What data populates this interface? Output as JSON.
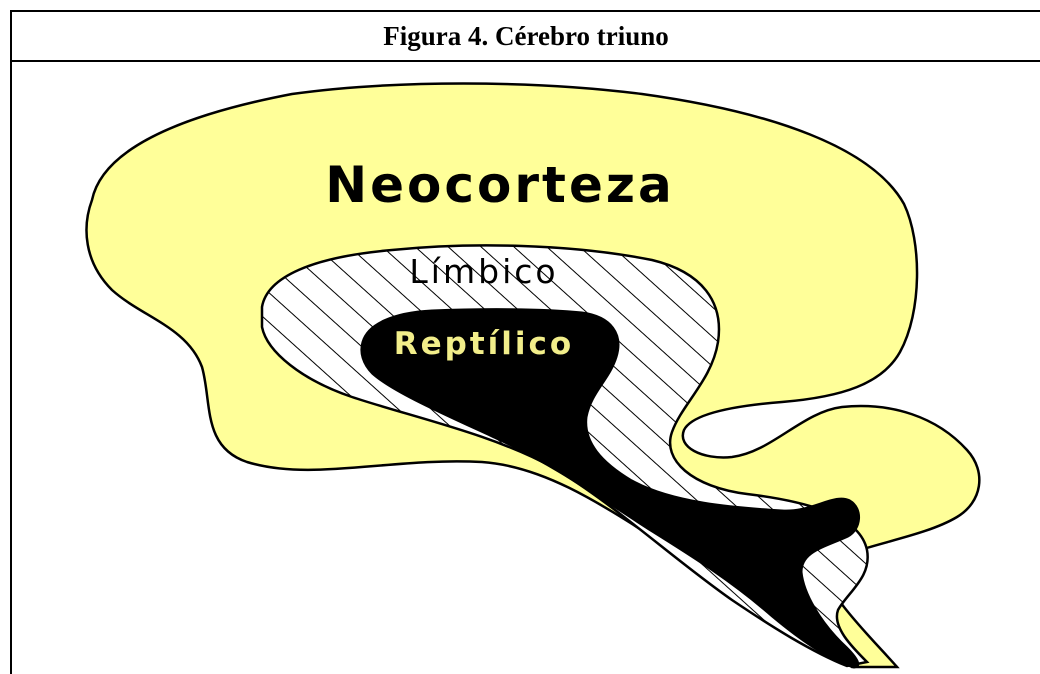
{
  "figure": {
    "title": "Figura 4. Cérebro triuno"
  },
  "diagram": {
    "regions": [
      {
        "id": "neocortex",
        "label": "Neocorteza",
        "fill": "#ffff99",
        "outline": "#000000"
      },
      {
        "id": "limbic",
        "label": "Límbico",
        "fill": "#ffffff",
        "pattern": "diagonal-hatch"
      },
      {
        "id": "reptilian",
        "label": "Reptílico",
        "fill": "#000000",
        "label_color": "#f2ee8a"
      }
    ]
  }
}
